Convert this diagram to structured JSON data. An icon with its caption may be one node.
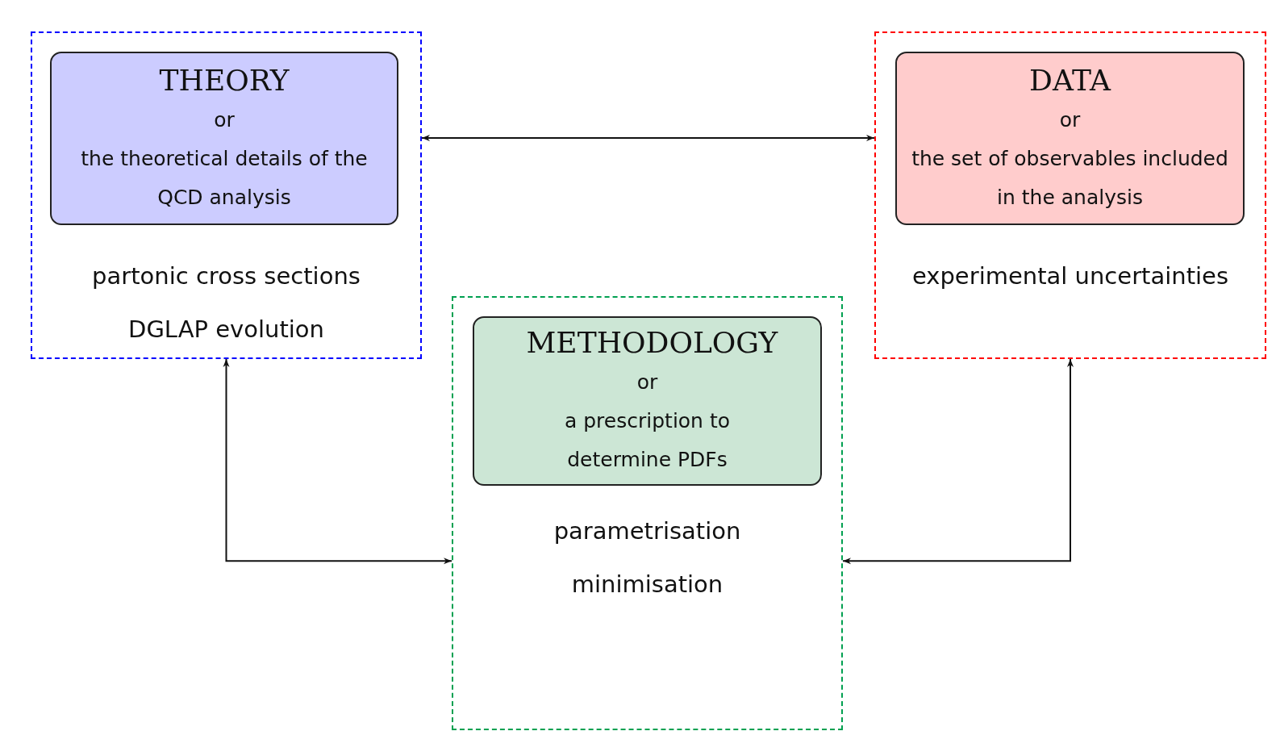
{
  "diagram": {
    "nodes": [
      {
        "text": [
          "partonic cross sections",
          "DGLAP evolution"
        ]
      },
      {
        "text": [
          "THEORY",
          "or",
          "the theoretical details of the QCD analysis"
        ],
        "in": 0
      },
      {
        "text": [
          "experimental uncertainties"
        ]
      },
      {
        "text": [
          "DATA",
          "or",
          "the set of observables included in the analysis"
        ],
        "in": 2
      },
      {
        "text": [
          "parametrisation",
          "minimisation"
        ]
      },
      {
        "text": [
          "METHODOLOGY",
          "or",
          "a prescription to determine PDFs"
        ],
        "in": 4
      }
    ],
    "edges": [
      {
        "from": 0,
        "to": 2,
        "arrow": "both"
      },
      {
        "from": 0,
        "to": 4,
        "arrow": "both"
      },
      {
        "from": 2,
        "to": 4,
        "arrow": "both"
      }
    ]
  }
}
